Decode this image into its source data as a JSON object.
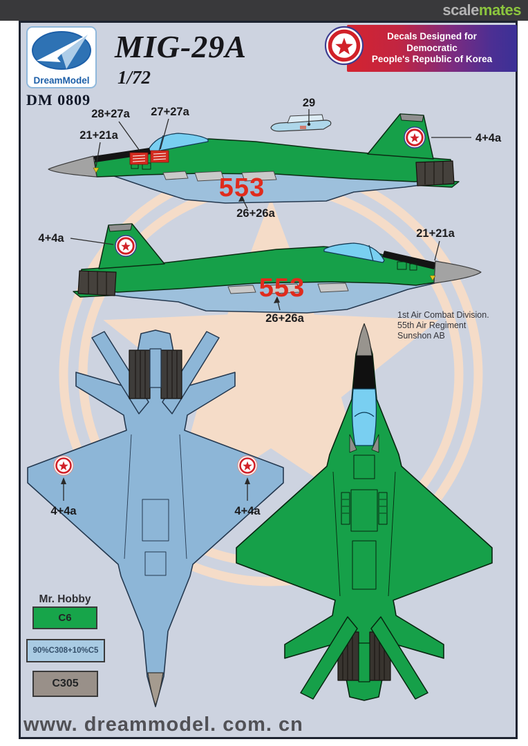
{
  "topbar": {
    "brand_scale": "scale",
    "brand_mates": "mates"
  },
  "header": {
    "logo_text": "DreamModel",
    "kit_number": "DM 0809",
    "title": "MIG-29A",
    "scale": "1/72",
    "banner_lines": [
      "Decals Designed for",
      "Democratic",
      "People's Republic of Korea"
    ]
  },
  "profile_top": {
    "callout_28": "28+27a",
    "callout_27": "27+27a",
    "callout_21": "21+21a",
    "callout_29": "29",
    "callout_4": "4+4a",
    "board_number": "553",
    "callout_26": "26+26a"
  },
  "profile_bottom": {
    "callout_4": "4+4a",
    "callout_21": "21+21a",
    "board_number": "553",
    "callout_26": "26+26a"
  },
  "unit": {
    "lines": [
      "1st Air Combat Division.",
      "55th Air Regiment",
      "Sunshon AB"
    ]
  },
  "underside_view": {
    "callout_left": "4+4a",
    "callout_right": "4+4a"
  },
  "paint_chart": {
    "brand": "Mr. Hobby",
    "swatches": [
      {
        "label": "C6",
        "color": "#17a54a"
      },
      {
        "label": "90%C308+10%C5",
        "color": "#a9cbe3"
      },
      {
        "label": "C305",
        "color": "#999089"
      }
    ]
  },
  "footer": {
    "website": "www. dreammodel. com. cn"
  },
  "colors": {
    "camo_green": "#16a049",
    "underside_blue": "#8db6d7",
    "canopy_blue": "#79cff1",
    "marking_red": "#d6251d",
    "watermark_peach": "#f5dcc8",
    "banner_red": "#d42430",
    "banner_purple": "#3b3096"
  }
}
